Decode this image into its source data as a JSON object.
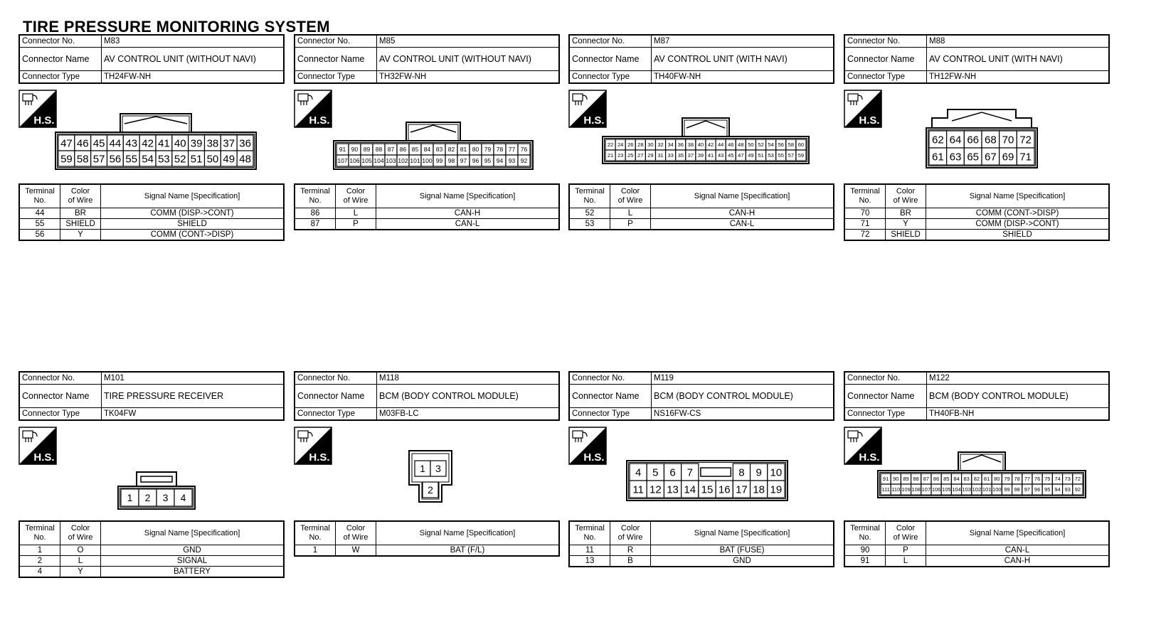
{
  "title": "TIRE PRESSURE MONITORING SYSTEM",
  "labels": {
    "connector_no": "Connector No.",
    "connector_name": "Connector Name",
    "connector_type": "Connector Type",
    "terminal_no": [
      "Terminal",
      "No."
    ],
    "color_of_wire": [
      "Color",
      "of Wire"
    ],
    "signal_name": "Signal Name [Specification]",
    "hs_badge": "H.S."
  },
  "connectors": [
    {
      "no": "M83",
      "name": "AV CONTROL UNIT (WITHOUT NAVI)",
      "type": "TH24FW-NH",
      "pins_top": [
        "47",
        "46",
        "45",
        "44",
        "43",
        "42",
        "41",
        "40",
        "39",
        "38",
        "37",
        "36"
      ],
      "pins_bottom": [
        "59",
        "58",
        "57",
        "56",
        "55",
        "54",
        "53",
        "52",
        "51",
        "50",
        "49",
        "48"
      ],
      "rows": [
        [
          "44",
          "BR",
          "COMM (DISP->CONT)"
        ],
        [
          "55",
          "SHIELD",
          "SHIELD"
        ],
        [
          "56",
          "Y",
          "COMM (CONT->DISP)"
        ]
      ]
    },
    {
      "no": "M85",
      "name": "AV CONTROL UNIT (WITHOUT NAVI)",
      "type": "TH32FW-NH",
      "pins_top": [
        "91",
        "90",
        "89",
        "88",
        "87",
        "86",
        "85",
        "84",
        "83",
        "82",
        "81",
        "80",
        "79",
        "78",
        "77",
        "76"
      ],
      "pins_bottom": [
        "107",
        "106",
        "105",
        "104",
        "103",
        "102",
        "101",
        "100",
        "99",
        "98",
        "97",
        "96",
        "95",
        "94",
        "93",
        "92"
      ],
      "rows": [
        [
          "86",
          "L",
          "CAN-H"
        ],
        [
          "87",
          "P",
          "CAN-L"
        ]
      ]
    },
    {
      "no": "M87",
      "name": "AV CONTROL UNIT (WITH NAVI)",
      "type": "TH40FW-NH",
      "pins_top": [
        "22",
        "24",
        "26",
        "28",
        "30",
        "32",
        "34",
        "36",
        "38",
        "40",
        "42",
        "44",
        "46",
        "48",
        "50",
        "52",
        "54",
        "56",
        "58",
        "60"
      ],
      "pins_bottom": [
        "21",
        "23",
        "25",
        "27",
        "29",
        "31",
        "33",
        "35",
        "37",
        "39",
        "41",
        "43",
        "45",
        "47",
        "49",
        "51",
        "53",
        "55",
        "57",
        "59"
      ],
      "rows": [
        [
          "52",
          "L",
          "CAN-H"
        ],
        [
          "53",
          "P",
          "CAN-L"
        ]
      ]
    },
    {
      "no": "M88",
      "name": "AV CONTROL UNIT (WITH NAVI)",
      "type": "TH12FW-NH",
      "pins_top": [
        "62",
        "64",
        "66",
        "68",
        "70",
        "72"
      ],
      "pins_bottom": [
        "61",
        "63",
        "65",
        "67",
        "69",
        "71"
      ],
      "rows": [
        [
          "70",
          "BR",
          "COMM (CONT->DISP)"
        ],
        [
          "71",
          "Y",
          "COMM (DISP->CONT)"
        ],
        [
          "72",
          "SHIELD",
          "SHIELD"
        ]
      ]
    },
    {
      "no": "M101",
      "name": "TIRE PRESSURE RECEIVER",
      "type": "TK04FW",
      "pins_top": [],
      "pins_bottom": [
        "1",
        "2",
        "3",
        "4"
      ],
      "rows": [
        [
          "1",
          "O",
          "GND"
        ],
        [
          "2",
          "L",
          "SIGNAL"
        ],
        [
          "4",
          "Y",
          "BATTERY"
        ]
      ]
    },
    {
      "no": "M118",
      "name": "BCM (BODY CONTROL MODULE)",
      "type": "M03FB-LC",
      "pins_top": [
        "1",
        "3"
      ],
      "pins_bottom": [
        "2"
      ],
      "rows": [
        [
          "1",
          "W",
          "BAT (F/L)"
        ]
      ]
    },
    {
      "no": "M119",
      "name": "BCM (BODY CONTROL MODULE)",
      "type": "NS16FW-CS",
      "pins_top": [
        "4",
        "5",
        "6",
        "7",
        "",
        "8",
        "9",
        "10"
      ],
      "pins_bottom": [
        "11",
        "12",
        "13",
        "14",
        "15",
        "16",
        "17",
        "18",
        "19"
      ],
      "rows": [
        [
          "11",
          "R",
          "BAT (FUSE)"
        ],
        [
          "13",
          "B",
          "GND"
        ]
      ]
    },
    {
      "no": "M122",
      "name": "BCM (BODY CONTROL MODULE)",
      "type": "TH40FB-NH",
      "pins_top": [
        "91",
        "90",
        "89",
        "88",
        "87",
        "86",
        "85",
        "84",
        "83",
        "82",
        "81",
        "80",
        "79",
        "78",
        "77",
        "76",
        "75",
        "74",
        "73",
        "72"
      ],
      "pins_bottom": [
        "111",
        "110",
        "109",
        "108",
        "107",
        "106",
        "105",
        "104",
        "103",
        "102",
        "101",
        "100",
        "99",
        "98",
        "97",
        "96",
        "95",
        "94",
        "93",
        "92"
      ],
      "rows": [
        [
          "90",
          "P",
          "CAN-L"
        ],
        [
          "91",
          "L",
          "CAN-H"
        ]
      ]
    }
  ]
}
